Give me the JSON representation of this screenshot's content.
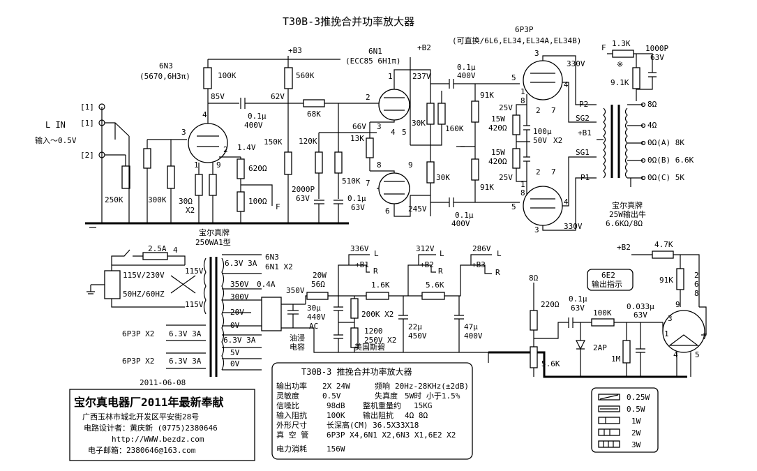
{
  "title": "T30B-3推挽合并功率放大器",
  "tubes": {
    "v1": {
      "name": "6N3",
      "alt": "(5670,6H3π)",
      "pins": [
        "4",
        "3",
        "2",
        "1",
        "9"
      ],
      "plate_v": "85V",
      "cath_v": "1.4V",
      "count": "X2"
    },
    "v2": {
      "name": "6N1",
      "alt": "(ECC85 6H1π)",
      "pins": [
        "1",
        "2",
        "3",
        "4",
        "5",
        "8",
        "9",
        "7",
        "6"
      ],
      "v_top": "237V",
      "v_bot": "245V",
      "v_cath": "66V"
    },
    "v3": {
      "name": "6P3P",
      "alt": "(可直换/6L6,EL34,EL34A,EL34B)",
      "pins": [
        "3",
        "5",
        "4",
        "1",
        "8",
        "2",
        "7"
      ],
      "plate_v": "330V",
      "count": "X2"
    },
    "v4": {
      "name": "6E2",
      "label": "输出指示",
      "pins": [
        "9",
        "3",
        "1",
        "2",
        "6",
        "8",
        "4",
        "5",
        "7"
      ]
    }
  },
  "input": {
    "label": "L IN",
    "level": "输入～0.5V",
    "terms": [
      "[1]",
      "[1]",
      "[2]"
    ]
  },
  "components": {
    "r100k": "100K",
    "r560k": "560K",
    "v62": "62V",
    "c01a": "0.1μ",
    "v400a": "400V",
    "r68k": "68K",
    "r150k": "150K",
    "r120k": "120K",
    "r510k": "510K",
    "c2000p": "2000P",
    "v63a": "63V",
    "c01b": "0.1μ",
    "v63b": "63V",
    "r13k": "13K",
    "r30ka": "30K",
    "r160k": "160K",
    "r30kb": "30K",
    "r91ka": "91K",
    "r91kb": "91K",
    "r15wa": "15W",
    "r420a": "420Ω",
    "r15wb": "15W",
    "r420b": "420Ω",
    "v25a": "25V",
    "v25b": "25V",
    "c100u": "100μ",
    "v50": "50V",
    "x2": "X2",
    "c01c": "0.1μ",
    "v400c": "400V",
    "c01d": "0.1μ",
    "v400d": "400V",
    "r250k": "250K",
    "r300k": "300K",
    "r30": "30Ω",
    "r620": "620Ω",
    "r100": "100Ω",
    "f1": "F",
    "x2b": "X2"
  },
  "output": {
    "fb_f": "F",
    "r13k": "1.3K",
    "c1000p": "1000P",
    "v63": "63V",
    "r91k": "9.1K",
    "mark": "※",
    "taps": [
      "8Ω",
      "4Ω",
      "0Ω(A) 8K",
      "0Ω(B) 6.6K",
      "0Ω(C) 5K"
    ],
    "pins": [
      "P2",
      "SG2",
      "+B1",
      "SG1",
      "P1"
    ],
    "xfmr": [
      "宝尔真牌",
      "25W输出牛",
      "6.6KΩ/8Ω"
    ]
  },
  "b_rails": {
    "b3": "+B3",
    "b2": "+B2",
    "b1": "+B1"
  },
  "power": {
    "brand": [
      "宝尔真牌",
      "250WA1型"
    ],
    "fuse": "2.5A",
    "pin4": "4",
    "mains": [
      "115V/230V",
      "50HZ/60HZ"
    ],
    "pri": [
      "115V",
      "115V"
    ],
    "sec": [
      "6.3V 3A",
      "6N3",
      "6N1 X2",
      "350V",
      "0.4A",
      "300V",
      "20V",
      "0V",
      "6.3V 3A",
      "5V",
      "0V"
    ],
    "sec_out": [
      "6P3P X2",
      "6.3V 3A",
      "6P3P X2",
      "6.3V 3A"
    ],
    "date": "2011-06-08",
    "filter": [
      "350V",
      "20W",
      "56Ω",
      "1.6K",
      "5.6K",
      "30μ",
      "440V",
      "AC",
      "200K X2",
      "1200",
      "250V X2",
      "美国斯碧",
      "22μ",
      "450V",
      "47μ",
      "400V",
      "油浸",
      "电容"
    ],
    "rails": [
      "336V",
      "L",
      "+B1",
      "R",
      "312V",
      "L",
      "+B2",
      "R",
      "286V",
      "L",
      "+B3",
      "R"
    ]
  },
  "indicator": {
    "b2": "+B2",
    "r47k": "4.7K",
    "r91k": "91K",
    "r220": "220Ω",
    "r8": "8Ω",
    "c01": "0.1μ",
    "v63": "63V",
    "r100k": "100K",
    "c0033": "0.033μ",
    "v63b": "63V",
    "r56k": "5.6K",
    "d": "2AP",
    "r1m": "1M"
  },
  "spec": {
    "title": "T30B-3 推挽合并功率放大器",
    "rows": [
      [
        "输出功率",
        "2X 24W",
        "频响",
        "20Hz-28KHz(±2dB)"
      ],
      [
        "灵敏度",
        "0.5V",
        "失真度",
        "5W时 小于1.5%"
      ],
      [
        "信噪比",
        "98dB",
        "整机重量约",
        "15KG"
      ],
      [
        "输入阻抗",
        "100K",
        "输出阻抗",
        "4Ω 8Ω"
      ],
      [
        "外形尺寸",
        "长深高(CM) 36.5X33X18",
        "",
        ""
      ],
      [
        "真 空 管",
        "6P3P X4,6N1 X2,6N3 X1,6E2 X2",
        "",
        ""
      ],
      [
        "电力消耗",
        "156W",
        "",
        ""
      ]
    ]
  },
  "company": {
    "name": "宝尔真电器厂2011年最新奉献",
    "addr": "广西玉林市城北开发区平安街28号",
    "designer": "电路设计者：黄庆新 (0775)2380646",
    "web": "http://WWW.bezdz.com",
    "email": "电子邮箱：2380646@163.com"
  },
  "legend": [
    "0.25W",
    "0.5W",
    "1W",
    "2W",
    "3W"
  ]
}
